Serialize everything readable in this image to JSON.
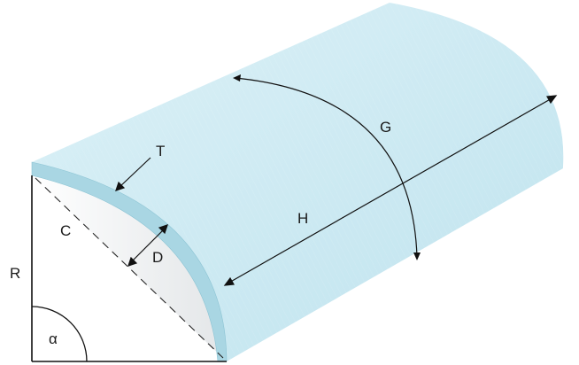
{
  "labels": {
    "T": "T",
    "C": "C",
    "D": "D",
    "R": "R",
    "alpha": "α",
    "H": "H",
    "G": "G"
  },
  "colors": {
    "shell_face": "#c9e9f2",
    "shell_top": "#dcf1f6",
    "shell_end": "#b5dbe6",
    "lines": "#111111"
  }
}
